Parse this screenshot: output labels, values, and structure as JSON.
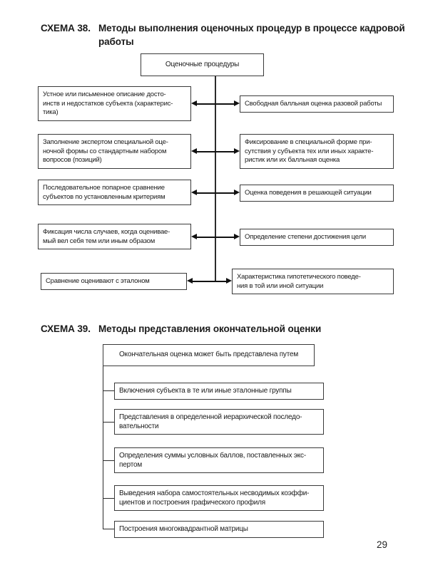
{
  "page": {
    "number": "29"
  },
  "schema38": {
    "label": "СХЕМА 38.",
    "title": "Методы выполнения оценочных процедур в процессе кадровой\nработы",
    "root": "Оценочные процедуры",
    "rows": [
      {
        "left": "Устное или письменное описание досто-\nинств и недостатков субъекта (характерис-\nтика)",
        "right": "Свободная балльная оценка разовой работы"
      },
      {
        "left": "Заполнение экспертом специальной оце-\nночной формы со стандартным набором\nвопросов (позиций)",
        "right": "Фиксирование в специальной форме при-\nсутствия у субъекта тех или иных характе-\nристик или их балльная оценка"
      },
      {
        "left": "Последовательное попарное сравнение\nсубъектов по установленным критериям",
        "right": "Оценка поведения в решающей ситуации"
      },
      {
        "left": "Фиксация числа случаев, когда оценивае-\nмый вел себя тем или иным образом",
        "right": "Определение степени достижения цели"
      },
      {
        "left": "Сравнение оценивают с эталоном",
        "right": "Характеристика гипотетического поведе-\nния в той или иной ситуации"
      }
    ]
  },
  "schema39": {
    "label": "СХЕМА 39.",
    "title": "Методы представления окончательной оценки",
    "root": "Окончательная оценка может быть представлена путем",
    "items": [
      "Включения субъекта в те или иные эталонные группы",
      "Представления в определенной иерархической последо-\nвательности",
      "Определения суммы условных баллов, поставленных экс-\nпертом",
      "Выведения набора самостоятельных несводимых коэффи-\nциентов и построения графического профиля",
      "Построения многоквадрантной матрицы"
    ]
  }
}
